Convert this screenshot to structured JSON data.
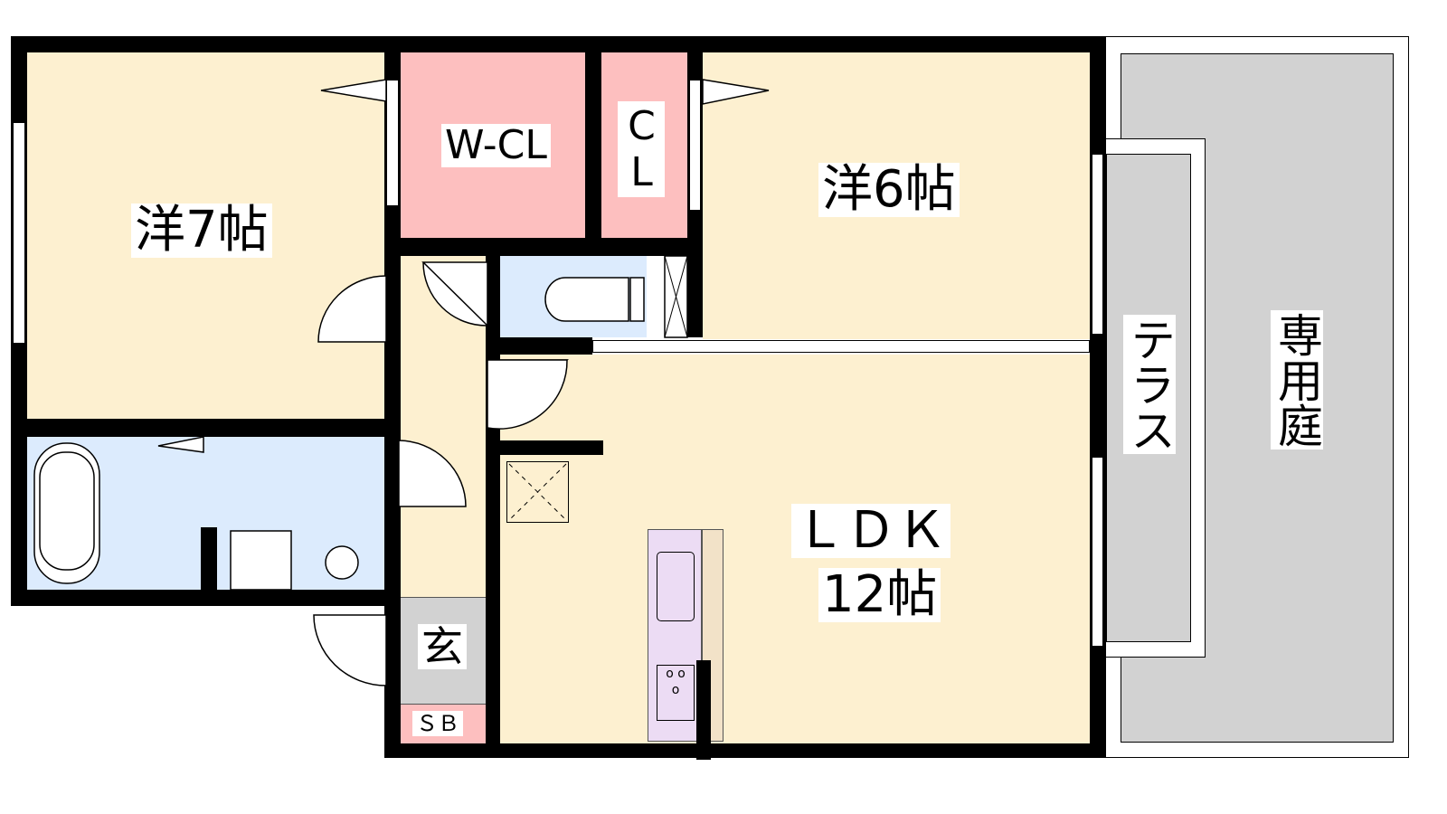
{
  "rooms": {
    "western7": "洋7帖",
    "wcl": "W-CL",
    "cl": "CL",
    "western6": "洋6帖",
    "ldk": "ＬＤＫ",
    "ldk_size": "12帖",
    "entrance": "玄",
    "sb": "ＳＢ",
    "terrace": "テラス",
    "garden": "専用庭"
  },
  "colors": {
    "room": "#fdf0d0",
    "closet": "#fdbfbf",
    "wet": "#dcebfd",
    "entrance": "#d2d2d2",
    "kitchen": "#ecdcf4"
  }
}
